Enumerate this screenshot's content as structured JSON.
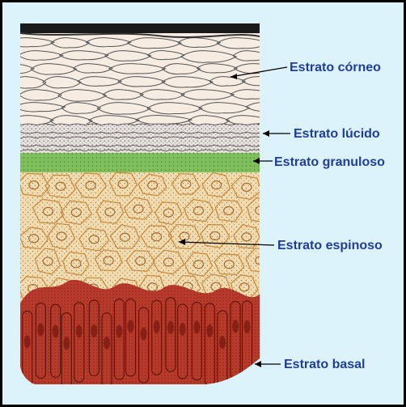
{
  "diagram": {
    "labels": {
      "corneum": "Estrato córneo",
      "lucidum": "Estrato lúcido",
      "granulosum": "Estrato granuloso",
      "spinosum": "Estrato espinoso",
      "basale": "Estrato basal"
    },
    "colors": {
      "background": "#ddf3fb",
      "label_text": "#1f3d9a",
      "pointer": "#000000",
      "corneum_fill": "#f6ece2",
      "lucidum_fill": "#e6e3df",
      "granulosum_fill": "#7fbf5c",
      "spinosum_fill": "#f3dbb0",
      "spinosum_outline": "#c4893a",
      "basale_fill": "#b73a2a"
    }
  }
}
